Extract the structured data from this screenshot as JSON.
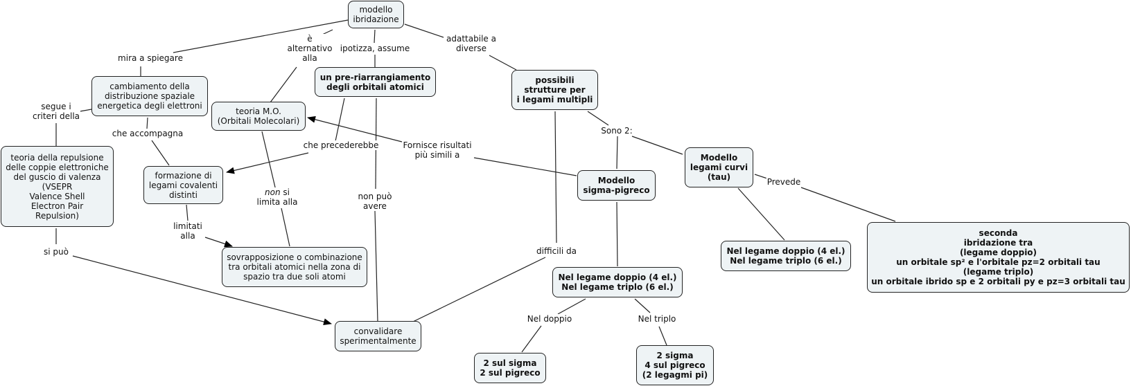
{
  "nodes": {
    "modello": "modello\nibridazione",
    "cambiamento": "cambiamento della\ndistribuzione spaziale\nenergetica degli elettroni",
    "teoria_mo": "teoria M.O.\n(Orbitali Molecolari)",
    "preriarrangiamento": "un pre-riarrangiamento\ndegli orbitali atomici",
    "possibili": "possibili\nstrutture per\ni legami multipli",
    "vsepr": "teoria della repulsione\ndelle coppie elettroniche\ndel guscio di valenza\n(VSEPR\nValence Shell\nElectron Pair\nRepulsion)",
    "formazione": "formazione di\nlegami covalenti\ndistinti",
    "sovrapposizione": "sovrapposizione o combinazione\ntra orbitali atomici nella zona di\nspazio tra due soli atomi",
    "convalidare": "convalidare\nsperimentalmente",
    "sigma_pigreco": "Modello\nsigma-pigreco",
    "legami_curvi": "Modello\nlegami curvi\n(tau)",
    "nel_legame_sp": "Nel legame doppio (4 el.)\nNel legame triplo (6 el.)",
    "nel_legame_tau": "Nel legame doppio (4 el.)\nNel legame triplo (6 el.)",
    "doppio_res": "2 sul sigma\n2 sul pigreco",
    "triplo_res": "2 sigma\n4 sul pigreco\n(2 legagmi pi)",
    "seconda": "seconda\nibridazione tra\n(legame doppio)\nun orbitale sp² e l'orbitale pz=2 orbitali tau\n(legame triplo)\nun orbitale ibrido sp e 2 orbitali py e pz=3 orbitali tau"
  },
  "links": {
    "mira": "mira a spiegare",
    "alternativo": "è\nalternativo\nalla",
    "ipotizza": "ipotizza, assume",
    "adattabile": "adattabile a\ndiverse",
    "segue": "segue i\ncriteri della",
    "accompagna": "che accompagna",
    "precederebbe": "che precederebbe",
    "fornisce": "Fornisce risultati\npiù simili a",
    "sono2": "Sono 2:",
    "non_si_limita_em": "non",
    "non_si_limita": " si\nlimita alla",
    "non_puo": "non può\navere",
    "limitati": "limitati\nalla",
    "si_puo": "si può",
    "difficili": "difficili da",
    "prevede": "Prevede",
    "nel_doppio": "Nel doppio",
    "nel_triplo": "Nel triplo"
  }
}
